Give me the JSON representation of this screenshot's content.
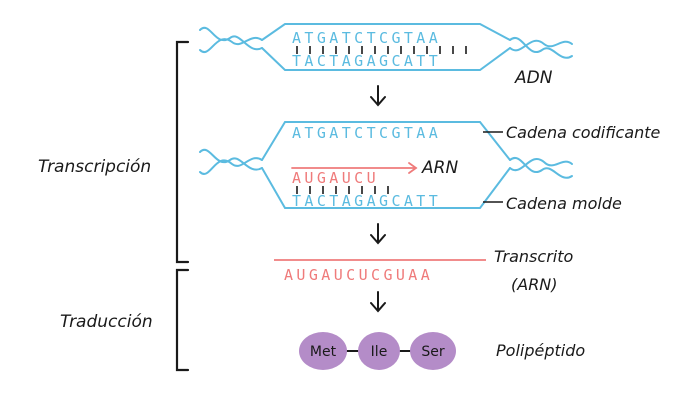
{
  "labels": {
    "transcription": "Transcripción",
    "translation": "Traducción",
    "dna": "ADN",
    "rna": "ARN",
    "coding_strand": "Cadena codificante",
    "template_strand": "Cadena molde",
    "transcript_line1": "Transcrito",
    "transcript_line2": "(ARN)",
    "polypeptide": "Polipéptido"
  },
  "sequences": {
    "dna_top": "ATGATCTCGTAA",
    "dna_bottom": "TACTAGAGCATT",
    "coding": "ATGATCTCGTAA",
    "template": "TACTAGAGCATT",
    "rna_partial": "AUGAUCU",
    "transcript": "AUGAUCUCGUAA"
  },
  "amino_acids": [
    "Met",
    "Ile",
    "Ser"
  ],
  "colors": {
    "dna": "#5bbbe0",
    "rna": "#ef7b7b",
    "amino_acid": "#b48cc8",
    "ink": "#1a1a1a"
  }
}
